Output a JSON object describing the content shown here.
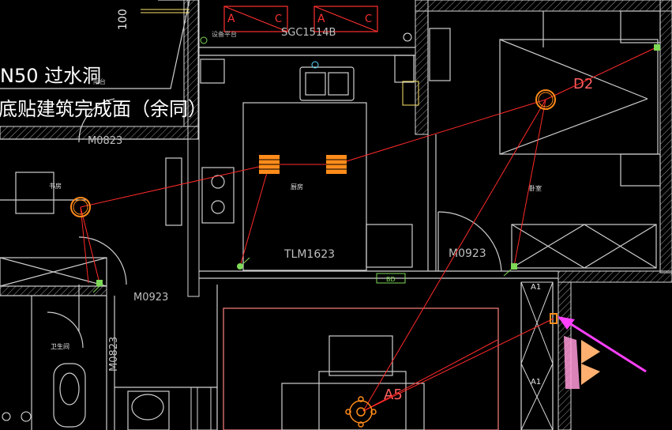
{
  "drawing": {
    "title_line1": "N50 过水洞",
    "title_line2": "底贴建筑完成面（余同）",
    "top_dim": "100",
    "window_code_top": "SGC1514B",
    "top_left_code_a": "A",
    "top_left_code_c": "C",
    "top_right_code_a": "A",
    "top_right_code_c": "C",
    "equipment_platform": "设备平台",
    "small_label_topleft": "阳台",
    "room_study": "书房",
    "room_kitchen": "厨房",
    "room_bedroom": "卧室",
    "room_bathroom": "卫生间",
    "door_top_left": "M0823",
    "door_bottom_left": "M0923",
    "door_vertical": "M0823",
    "door_kitchen": "TLM1623",
    "door_bedroom": "M0923",
    "callout_d2": "D2",
    "callout_a5": "A5",
    "callout_a1_top": "A1",
    "callout_a1_bottom": "A1",
    "small_tag": "BD"
  },
  "colors": {
    "background": "#000000",
    "wall": "#d9d9d9",
    "wire": "#ff2a2a",
    "fixture": "#ff8c1a",
    "label": "#e6e6e6",
    "device": "#7ed957",
    "callout_box": "#ff3030",
    "arrow": "#ff40ff",
    "yellow": "#ffe66a",
    "cyan": "#5ad7ff"
  },
  "icons": {
    "ceiling_light": "ceiling-light-icon",
    "panel_light": "panel-light-icon",
    "switch": "wall-switch-icon",
    "arrow": "magenta-pointer-arrow-icon"
  }
}
